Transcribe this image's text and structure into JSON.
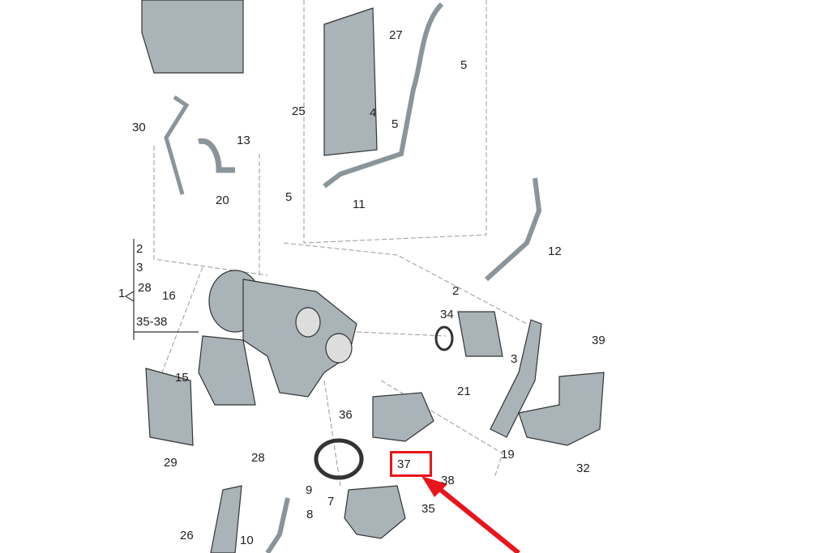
{
  "diagram": {
    "labels": [
      "27",
      "5",
      "25",
      "4",
      "5",
      "30",
      "13",
      "20",
      "5",
      "11",
      "12",
      "2",
      "3",
      "1",
      "28",
      "16",
      "35-38",
      "2",
      "34",
      "3",
      "39",
      "15",
      "21",
      "19",
      "32",
      "29",
      "28",
      "36",
      "37",
      "38",
      "9",
      "7",
      "8",
      "35",
      "26",
      "10"
    ],
    "highlight": {
      "part_number": "37",
      "color": "#e8141c"
    },
    "part_color": "#a9b3b8"
  }
}
